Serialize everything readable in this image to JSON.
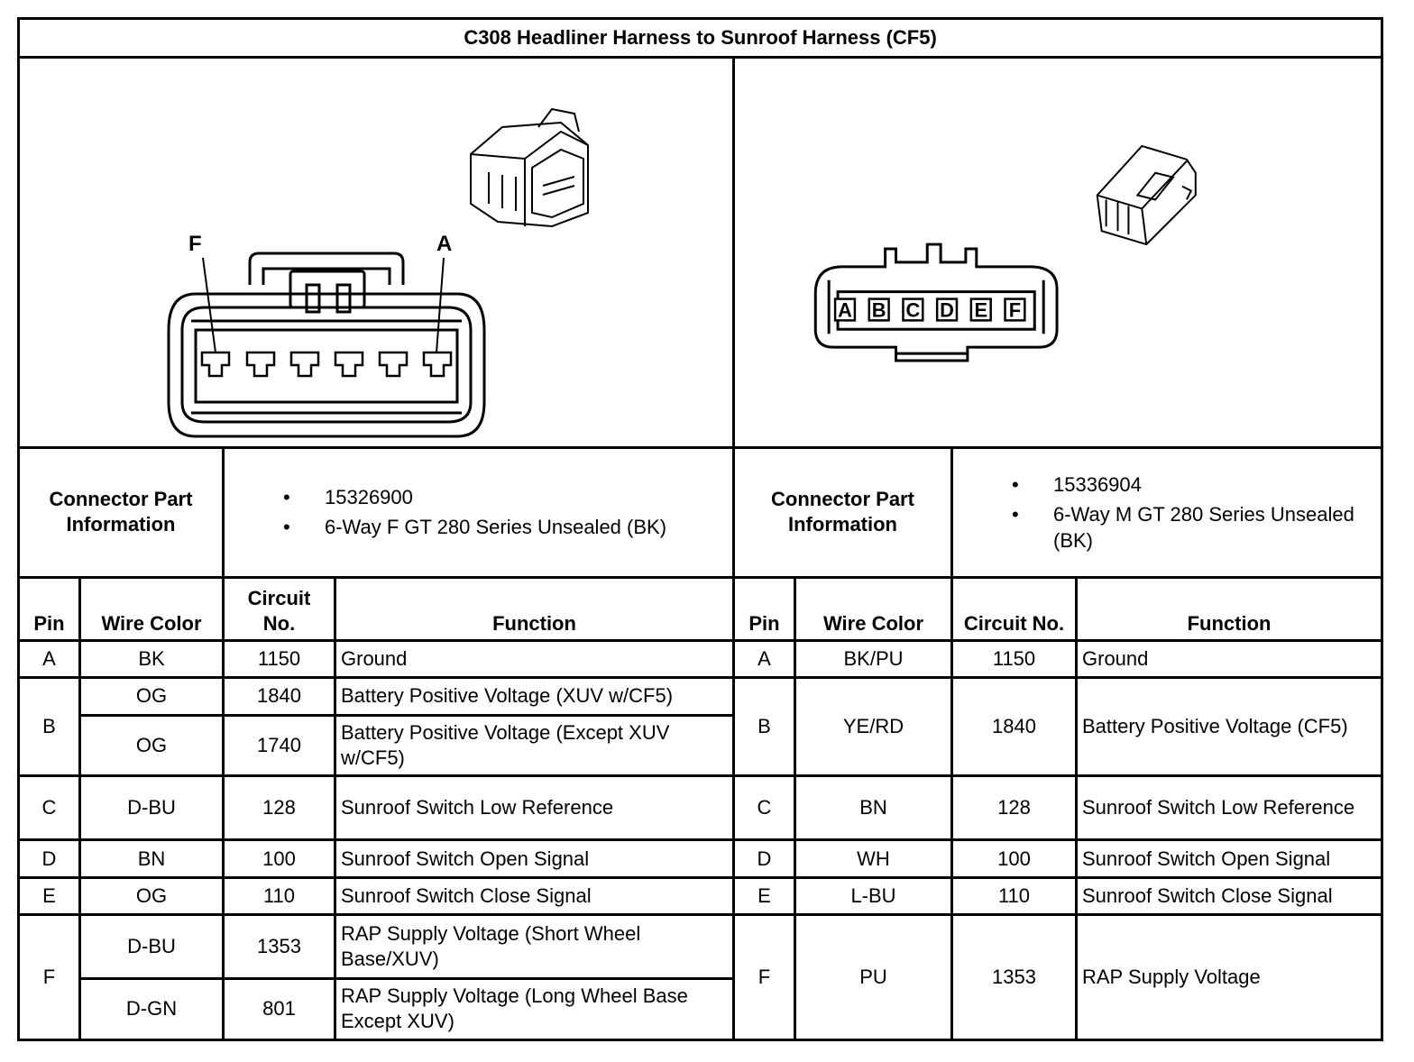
{
  "title": "C308 Headliner Harness to Sunroof Harness (CF5)",
  "left": {
    "connector_letters": {
      "first": "F",
      "last": "A"
    },
    "part_label": "Connector Part Information",
    "part_info": [
      "15326900",
      "6-Way F GT 280 Series Unsealed (BK)"
    ],
    "headers": {
      "pin": "Pin",
      "wire_color": "Wire Color",
      "circuit": "Circuit No.",
      "function": "Function"
    },
    "rows": [
      {
        "pin": "A",
        "entries": [
          {
            "color": "BK",
            "circuit": "1150",
            "function": "Ground"
          }
        ]
      },
      {
        "pin": "B",
        "entries": [
          {
            "color": "OG",
            "circuit": "1840",
            "function": "Battery Positive Voltage (XUV w/CF5)"
          },
          {
            "color": "OG",
            "circuit": "1740",
            "function": "Battery Positive Voltage (Except XUV w/CF5)"
          }
        ]
      },
      {
        "pin": "C",
        "entries": [
          {
            "color": "D-BU",
            "circuit": "128",
            "function": "Sunroof Switch Low Reference"
          }
        ]
      },
      {
        "pin": "D",
        "entries": [
          {
            "color": "BN",
            "circuit": "100",
            "function": "Sunroof Switch Open Signal"
          }
        ]
      },
      {
        "pin": "E",
        "entries": [
          {
            "color": "OG",
            "circuit": "110",
            "function": "Sunroof Switch Close Signal"
          }
        ]
      },
      {
        "pin": "F",
        "entries": [
          {
            "color": "D-BU",
            "circuit": "1353",
            "function": "RAP Supply Voltage (Short Wheel Base/XUV)"
          },
          {
            "color": "D-GN",
            "circuit": "801",
            "function": "RAP Supply Voltage (Long Wheel Base Except XUV)"
          }
        ]
      }
    ]
  },
  "right": {
    "connector_letters": [
      "A",
      "B",
      "C",
      "D",
      "E",
      "F"
    ],
    "part_label": "Connector Part Information",
    "part_info": [
      "15336904",
      "6-Way M GT 280 Series Unsealed (BK)"
    ],
    "headers": {
      "pin": "Pin",
      "wire_color": "Wire Color",
      "circuit": "Circuit No.",
      "function": "Function"
    },
    "rows": [
      {
        "pin": "A",
        "color": "BK/PU",
        "circuit": "1150",
        "function": "Ground"
      },
      {
        "pin": "B",
        "color": "YE/RD",
        "circuit": "1840",
        "function": "Battery Positive Voltage (CF5)"
      },
      {
        "pin": "C",
        "color": "BN",
        "circuit": "128",
        "function": "Sunroof Switch Low Reference"
      },
      {
        "pin": "D",
        "color": "WH",
        "circuit": "100",
        "function": "Sunroof Switch Open Signal"
      },
      {
        "pin": "E",
        "color": "L-BU",
        "circuit": "110",
        "function": "Sunroof Switch Close Signal"
      },
      {
        "pin": "F",
        "color": "PU",
        "circuit": "1353",
        "function": "RAP Supply Voltage"
      }
    ]
  }
}
